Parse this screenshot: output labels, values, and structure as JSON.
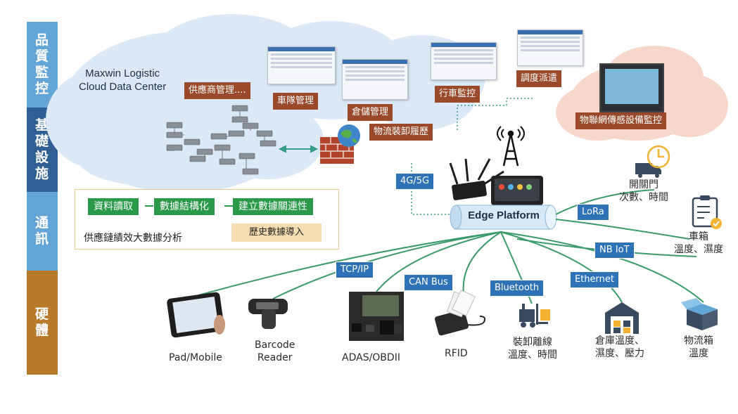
{
  "sidebar": {
    "segments": [
      {
        "label": "品質監控",
        "color": "#63a5d6"
      },
      {
        "label": "基礎設施",
        "color": "#2f5f93"
      },
      {
        "label": "通訊",
        "color": "#63a5d6"
      },
      {
        "label": "硬體",
        "color": "#b67a2a"
      }
    ]
  },
  "cloud": {
    "title_line1": "Maxwin Logistic",
    "title_line2": "Cloud Data Center",
    "modules": [
      "供應商管理....",
      "車隊管理",
      "倉儲管理",
      "行車監控",
      "調度派遣",
      "物流裝卸履歷"
    ],
    "iot_label": "物聯網傳感設備監控"
  },
  "analysis": {
    "steps": [
      "資料讀取",
      "數據結構化",
      "建立數據關連性"
    ],
    "import_label": "歷史數據導入",
    "caption": "供應鏈績效大數據分析"
  },
  "network": {
    "cellular": "4G/5G",
    "edge_platform": "Edge Platform",
    "lora": "LoRa",
    "nbiot": "NB IoT",
    "protocols": [
      "TCP/IP",
      "CAN Bus",
      "Bluetooth",
      "Ethernet"
    ]
  },
  "sensors": {
    "door_line1": "開關門",
    "door_line2": "次數、時間",
    "truck_line1": "車箱",
    "truck_line2": "溫度、濕度"
  },
  "devices": [
    {
      "line1": "Pad/Mobile",
      "line2": ""
    },
    {
      "line1": "Barcode",
      "line2": "Reader"
    },
    {
      "line1": "ADAS/OBDII",
      "line2": ""
    },
    {
      "line1": "RFID",
      "line2": ""
    },
    {
      "line1": "裝卸離線",
      "line2": "溫度、時間"
    },
    {
      "line1": "倉庫溫度、",
      "line2": "濕度、壓力"
    },
    {
      "line1": "物流箱",
      "line2": "溫度"
    }
  ],
  "colors": {
    "connector_green": "#3a9a6a",
    "brown_label": "#9a4a2a",
    "blue_label": "#2e73b8",
    "green_box": "#2a9a4a"
  }
}
